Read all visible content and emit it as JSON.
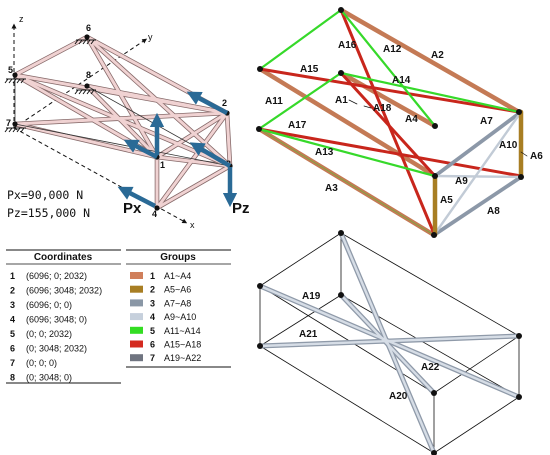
{
  "load_info": {
    "px_text": "Px=90,000 N",
    "pz_text": "Pz=155,000 N",
    "px_label": "Px",
    "pz_label": "Pz"
  },
  "axes": {
    "x": "x",
    "y": "y",
    "z": "z"
  },
  "nodes": [
    "1",
    "2",
    "3",
    "4",
    "5",
    "6",
    "7",
    "8"
  ],
  "coordinates_table": {
    "title": "Coordinates",
    "rows": [
      {
        "id": "1",
        "value": "(6096; 0; 2032)"
      },
      {
        "id": "2",
        "value": "(6096; 3048; 2032)"
      },
      {
        "id": "3",
        "value": "(6096; 0; 0)"
      },
      {
        "id": "4",
        "value": "(6096; 3048; 0)"
      },
      {
        "id": "5",
        "value": "(0; 0; 2032)"
      },
      {
        "id": "6",
        "value": "(0; 3048; 2032)"
      },
      {
        "id": "7",
        "value": "(0; 0; 0)"
      },
      {
        "id": "8",
        "value": "(0; 3048; 0)"
      }
    ]
  },
  "groups_table": {
    "title": "Groups",
    "rows": [
      {
        "id": "1",
        "range": "A1~A4",
        "color": "#d07f5b"
      },
      {
        "id": "2",
        "range": "A5~A6",
        "color": "#a87e23"
      },
      {
        "id": "3",
        "range": "A7~A8",
        "color": "#8a97a6"
      },
      {
        "id": "4",
        "range": "A9~A10",
        "color": "#c6d0dc"
      },
      {
        "id": "5",
        "range": "A11~A14",
        "color": "#33dd22"
      },
      {
        "id": "6",
        "range": "A15~A18",
        "color": "#d42a20"
      },
      {
        "id": "7",
        "range": "A19~A22",
        "color": "#6f7480"
      }
    ]
  },
  "member_labels": {
    "top": [
      "A1",
      "A2",
      "A3",
      "A4",
      "A5",
      "A6",
      "A7",
      "A8",
      "A9",
      "A10",
      "A11",
      "A12",
      "A13",
      "A14",
      "A15",
      "A16",
      "A17",
      "A18"
    ],
    "bottom": [
      "A19",
      "A20",
      "A21",
      "A22"
    ]
  }
}
